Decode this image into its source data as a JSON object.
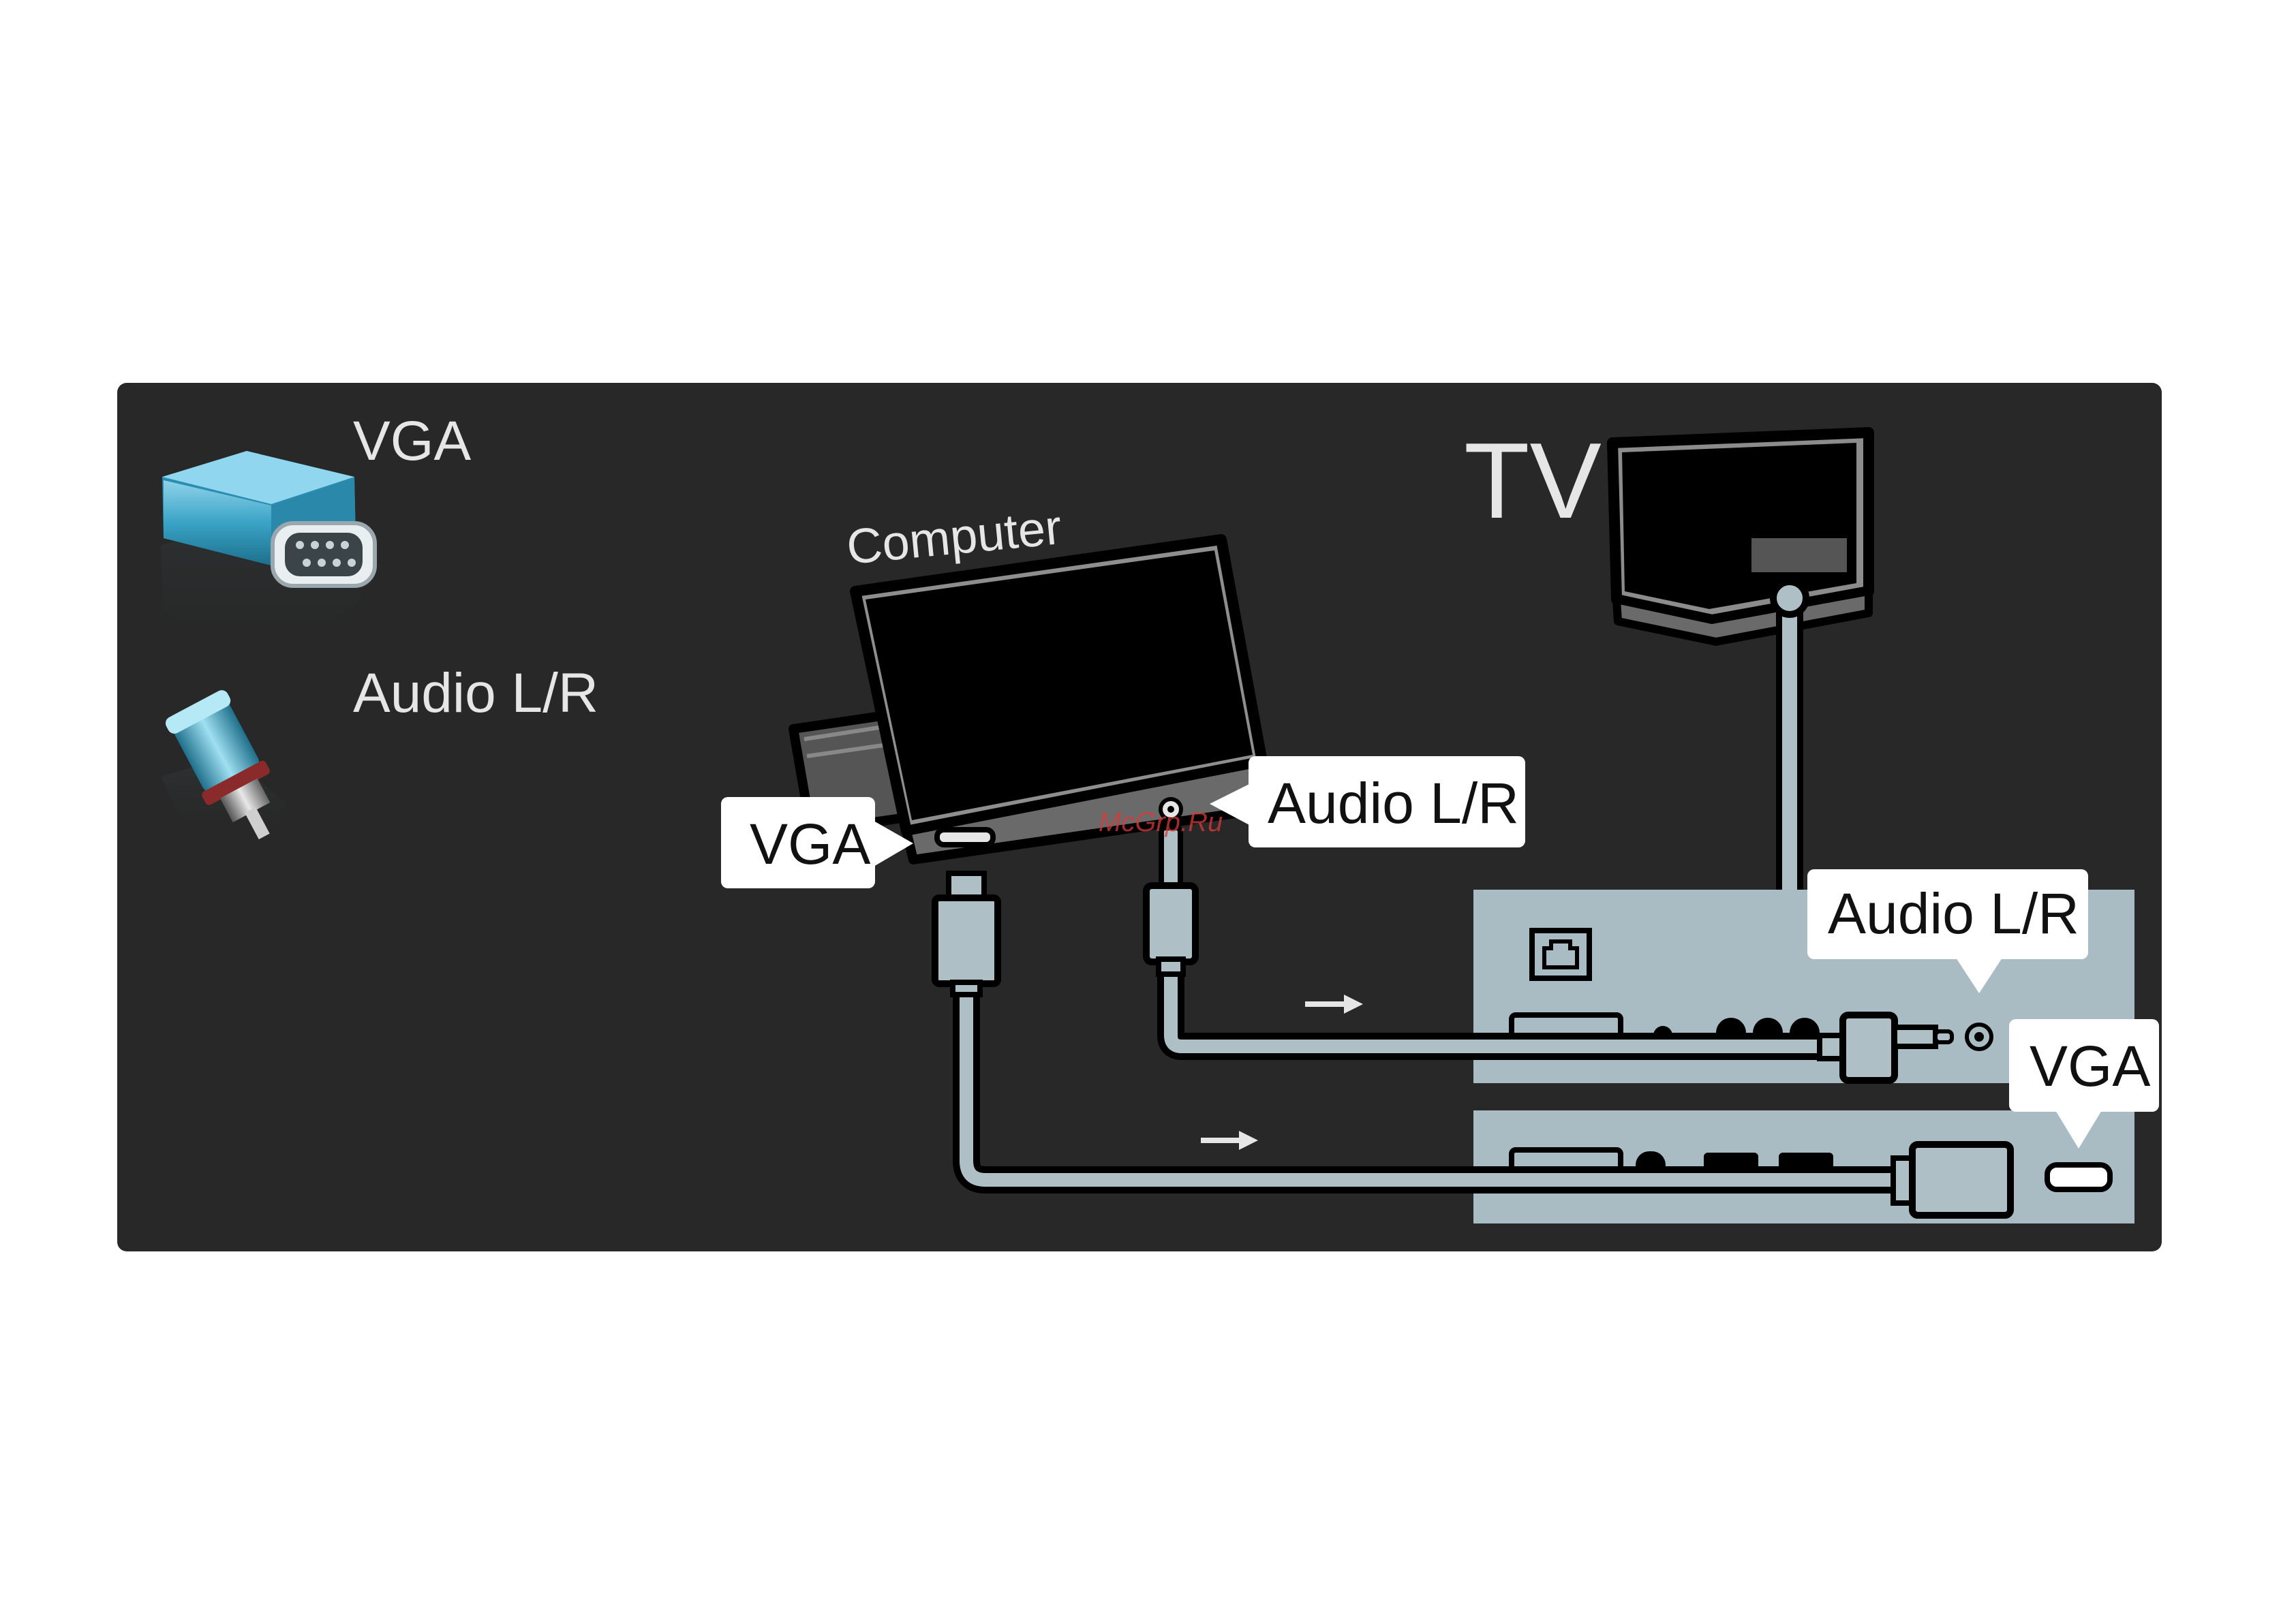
{
  "legend": {
    "vga_label": "VGA",
    "audio_label": "Audio L/R"
  },
  "computer": {
    "title": "Computer",
    "vga_callout": "VGA",
    "audio_callout": "Audio L/R"
  },
  "tv": {
    "title": "TV",
    "audio_callout": "Audio L/R",
    "vga_callout": "VGA"
  },
  "watermark": "McGrp.Ru",
  "icons": [
    "vga-connector-icon",
    "audio-rca-connector-icon",
    "laptop-icon",
    "tv-icon",
    "lan-port-icon",
    "signal-arrow-icon"
  ],
  "colors": {
    "panel_bg": "#282828",
    "cable_fill": "#aebfc6",
    "cable_outline": "#000000",
    "tv_panel": "#a9bcc4",
    "connector_teal": "#3a9fbf",
    "callout_bg": "#ffffff",
    "text_light": "#e6e6e6"
  }
}
